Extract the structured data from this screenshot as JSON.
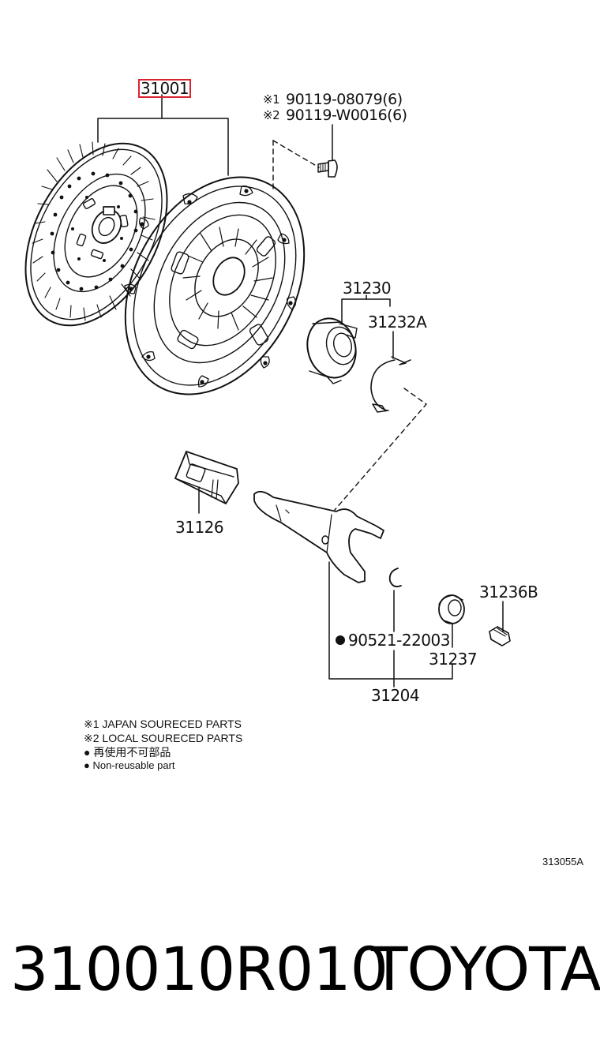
{
  "callouts": {
    "clutch_cover": "31001",
    "bolt_1": "90119-08079(6)",
    "bolt_2": "90119-W0016(6)",
    "bolt_1_mark": "※1",
    "bolt_2_mark": "※2",
    "release_bearing": "31230",
    "bearing_clip": "31232A",
    "fork_boot": "31126",
    "fork_clip": "90521-22003",
    "fork_pivot": "31236B",
    "fork_support": "31237",
    "release_fork": "31204",
    "ref_code": "313055A"
  },
  "legend": {
    "line1": "※1 JAPAN SOURECED PARTS",
    "line2": "※2 LOCAL SOURECED PARTS",
    "line3": "● 再使用不可部品",
    "line4": "● Non-reusable part"
  },
  "product": {
    "part_number": "310010R010",
    "brand": "TOYOTA"
  },
  "colors": {
    "highlight": "#d9232e",
    "ink": "#111111"
  }
}
